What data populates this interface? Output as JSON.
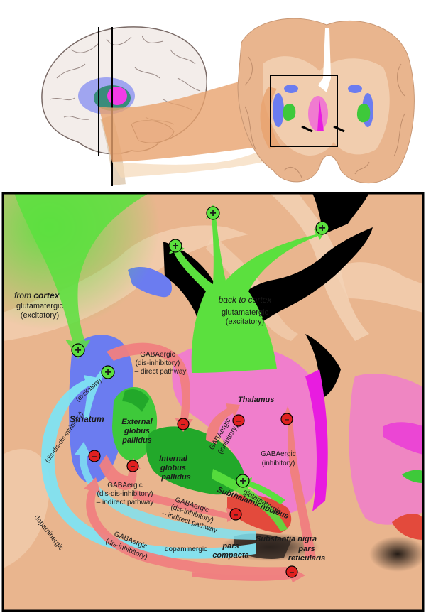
{
  "colors": {
    "cortex_tissue": "#E9B58E",
    "white_matter": "#F3D3B6",
    "glutamatergic": "#5BE03E",
    "gabaergic": "#F08080",
    "dopaminergic": "#7FE3F2",
    "striatum": "#6B7CF0",
    "thalamus": "#F07BD0",
    "internal_gp": "#22A82A",
    "subthalamic": "#E34A3C",
    "substantia_nigra": "#2E2420",
    "ventricle": "#000000"
  },
  "labels": {
    "from_cortex_1": "from",
    "from_cortex_2": "cortex",
    "from_cortex_type": "glutamatergic",
    "from_cortex_effect": "(excitatory)",
    "back_to_cortex": "back to cortex",
    "back_type": "glutamatergic",
    "back_effect": "(excitatory)",
    "excitatory_small": "(excitatory)",
    "gaba_direct_1": "GABAergic",
    "gaba_direct_2": "(dis-inhibitory)",
    "gaba_direct_3": "– direct pathway",
    "striatum": "Striatum",
    "dis_dis_dis": "(dis-dis-dis-inhibitory)",
    "external_gp_1": "External",
    "external_gp_2": "globus",
    "external_gp_3": "pallidus",
    "thalamus": "Thalamus",
    "gaba_inhib_1": "GABAergic",
    "gaba_inhib_2": "(inhibitory)",
    "gaba_inhib_b1": "GABAergic",
    "gaba_inhib_b2": "(inhibitory)",
    "internal_gp_1": "Internal",
    "internal_gp_2": "globus",
    "internal_gp_3": "pallidus",
    "gaba_indirect_1": "GABAergic",
    "gaba_indirect_2": "(dis-dis-inhibitory)",
    "gaba_indirect_3": "– indirect pathway",
    "gaba_dis_inhib_1": "GABAergic",
    "gaba_dis_inhib_2": "(dis-inhibitory)",
    "gaba_dis_inhib_3": "– indirect pathway",
    "glutamatergic_stn": "glutamatergic",
    "subthalamic_1": "Subthalamic",
    "subthalamic_2": "nucleus",
    "dopaminergic_a": "dopaminergic",
    "dopaminergic_b": "dopaminergic",
    "sn_1": "Substantia nigra",
    "sn_pc_1": "pars",
    "sn_pc_2": "compacta",
    "sn_pr_1": "pars",
    "sn_pr_2": "reticularis",
    "gaba_sn_1": "GABAergic",
    "gaba_sn_2": "(dis-inhibitory)"
  },
  "signs": {
    "plus": "+",
    "minus": "–"
  }
}
